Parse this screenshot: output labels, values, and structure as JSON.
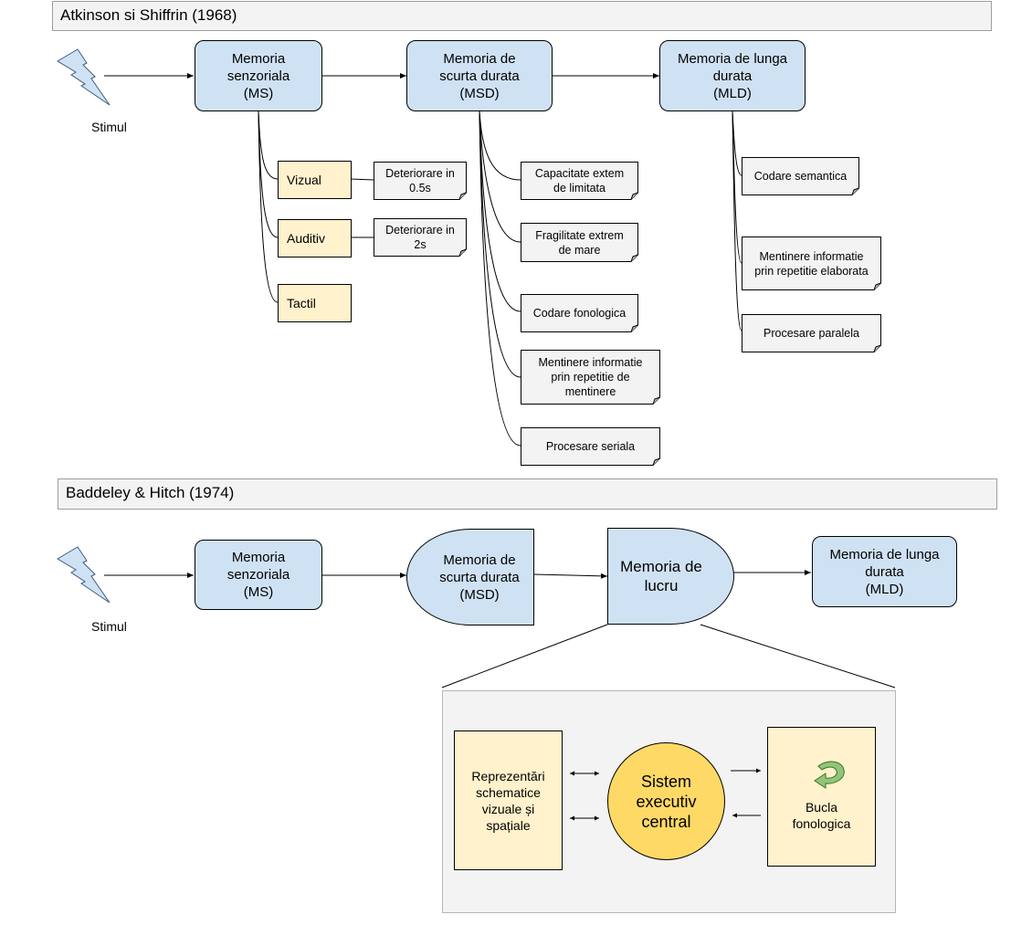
{
  "section1": {
    "title": "Atkinson si Shiffrin (1968)",
    "stimul_label": "Stimul",
    "ms_label": "Memoria\nsenzoriala\n(MS)",
    "msd_label": "Memoria de\nscurta durata\n(MSD)",
    "mld_label": "Memoria de lunga\ndurata\n(MLD)",
    "senses": [
      "Vizual",
      "Auditiv",
      "Tactil"
    ],
    "decay_notes": [
      "Deteriorare in\n0.5s",
      "Deteriorare in\n2s"
    ],
    "msd_notes": [
      "Capacitate extem\nde limitata",
      "Fragilitate extrem\nde mare",
      "Codare fonologica",
      "Mentinere informatie\nprin repetitie de\nmentinere",
      "Procesare seriala"
    ],
    "mld_notes": [
      "Codare semantica",
      "Mentinere informatie\nprin repetitie elaborata",
      "Procesare paralela"
    ]
  },
  "section2": {
    "title": "Baddeley & Hitch (1974)",
    "stimul_label": "Stimul",
    "ms_label": "Memoria\nsenzoriala\n(MS)",
    "msd_label": "Memoria de\nscurta durata\n(MSD)",
    "wm_label": "Memoria de\nlucru",
    "mld_label": "Memoria de lunga\ndurata\n(MLD)",
    "visuospatial_label": "Reprezentări\nschematice\nvizuale și\nspațiale",
    "central_exec_label": "Sistem\nexecutiv\ncentral",
    "phonological_label": "Bucla\nfonologica"
  },
  "colors": {
    "memory_box": "#cfe2f3",
    "sense_box": "#fff2cc",
    "note_box": "#f3f3f3",
    "central_executive": "#ffd966",
    "loop_arrow": "#93c47d"
  },
  "icons": {
    "stimulus": "lightning-bolt-icon",
    "loop": "circular-arrow-icon"
  }
}
